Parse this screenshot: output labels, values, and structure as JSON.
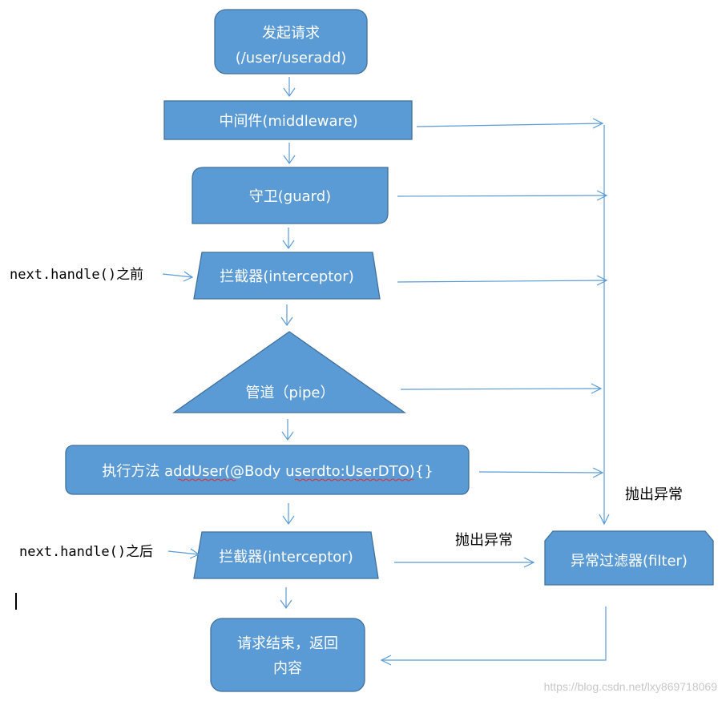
{
  "nodes": {
    "start": {
      "line1": "发起请求",
      "line2": "(/user/useradd)"
    },
    "middleware": {
      "label": "中间件(middleware)"
    },
    "guard": {
      "label": "守卫(guard)"
    },
    "interceptor_before": {
      "label": "拦截器(interceptor)"
    },
    "pipe": {
      "label": "管道（pipe）"
    },
    "handler": {
      "prefix": "执行方法 ",
      "method": "addUser",
      "middle": "(@Body ",
      "param": "userdto",
      "suffix": ":UserDTO)",
      "braces": "{}"
    },
    "interceptor_after": {
      "label": "拦截器(interceptor)"
    },
    "exception_filter": {
      "label": "异常过滤器(filter)"
    },
    "end": {
      "line1": "请求结束，返回",
      "line2": "内容"
    }
  },
  "annotations": {
    "before_handle": {
      "code": "next.handle()",
      "suffix": "之前"
    },
    "after_handle": {
      "code": "next.handle()",
      "suffix": "之后"
    },
    "throw_exception_right": "抛出异常",
    "throw_exception_bottom": "抛出异常"
  },
  "watermark": "https://blog.csdn.net/lxy869718069",
  "colors": {
    "node_fill": "#5b9bd5",
    "node_border": "#41719c",
    "arrow": "#5b9bd5",
    "node_text": "#ffffff",
    "spellcheck_underline": "#e03030"
  }
}
